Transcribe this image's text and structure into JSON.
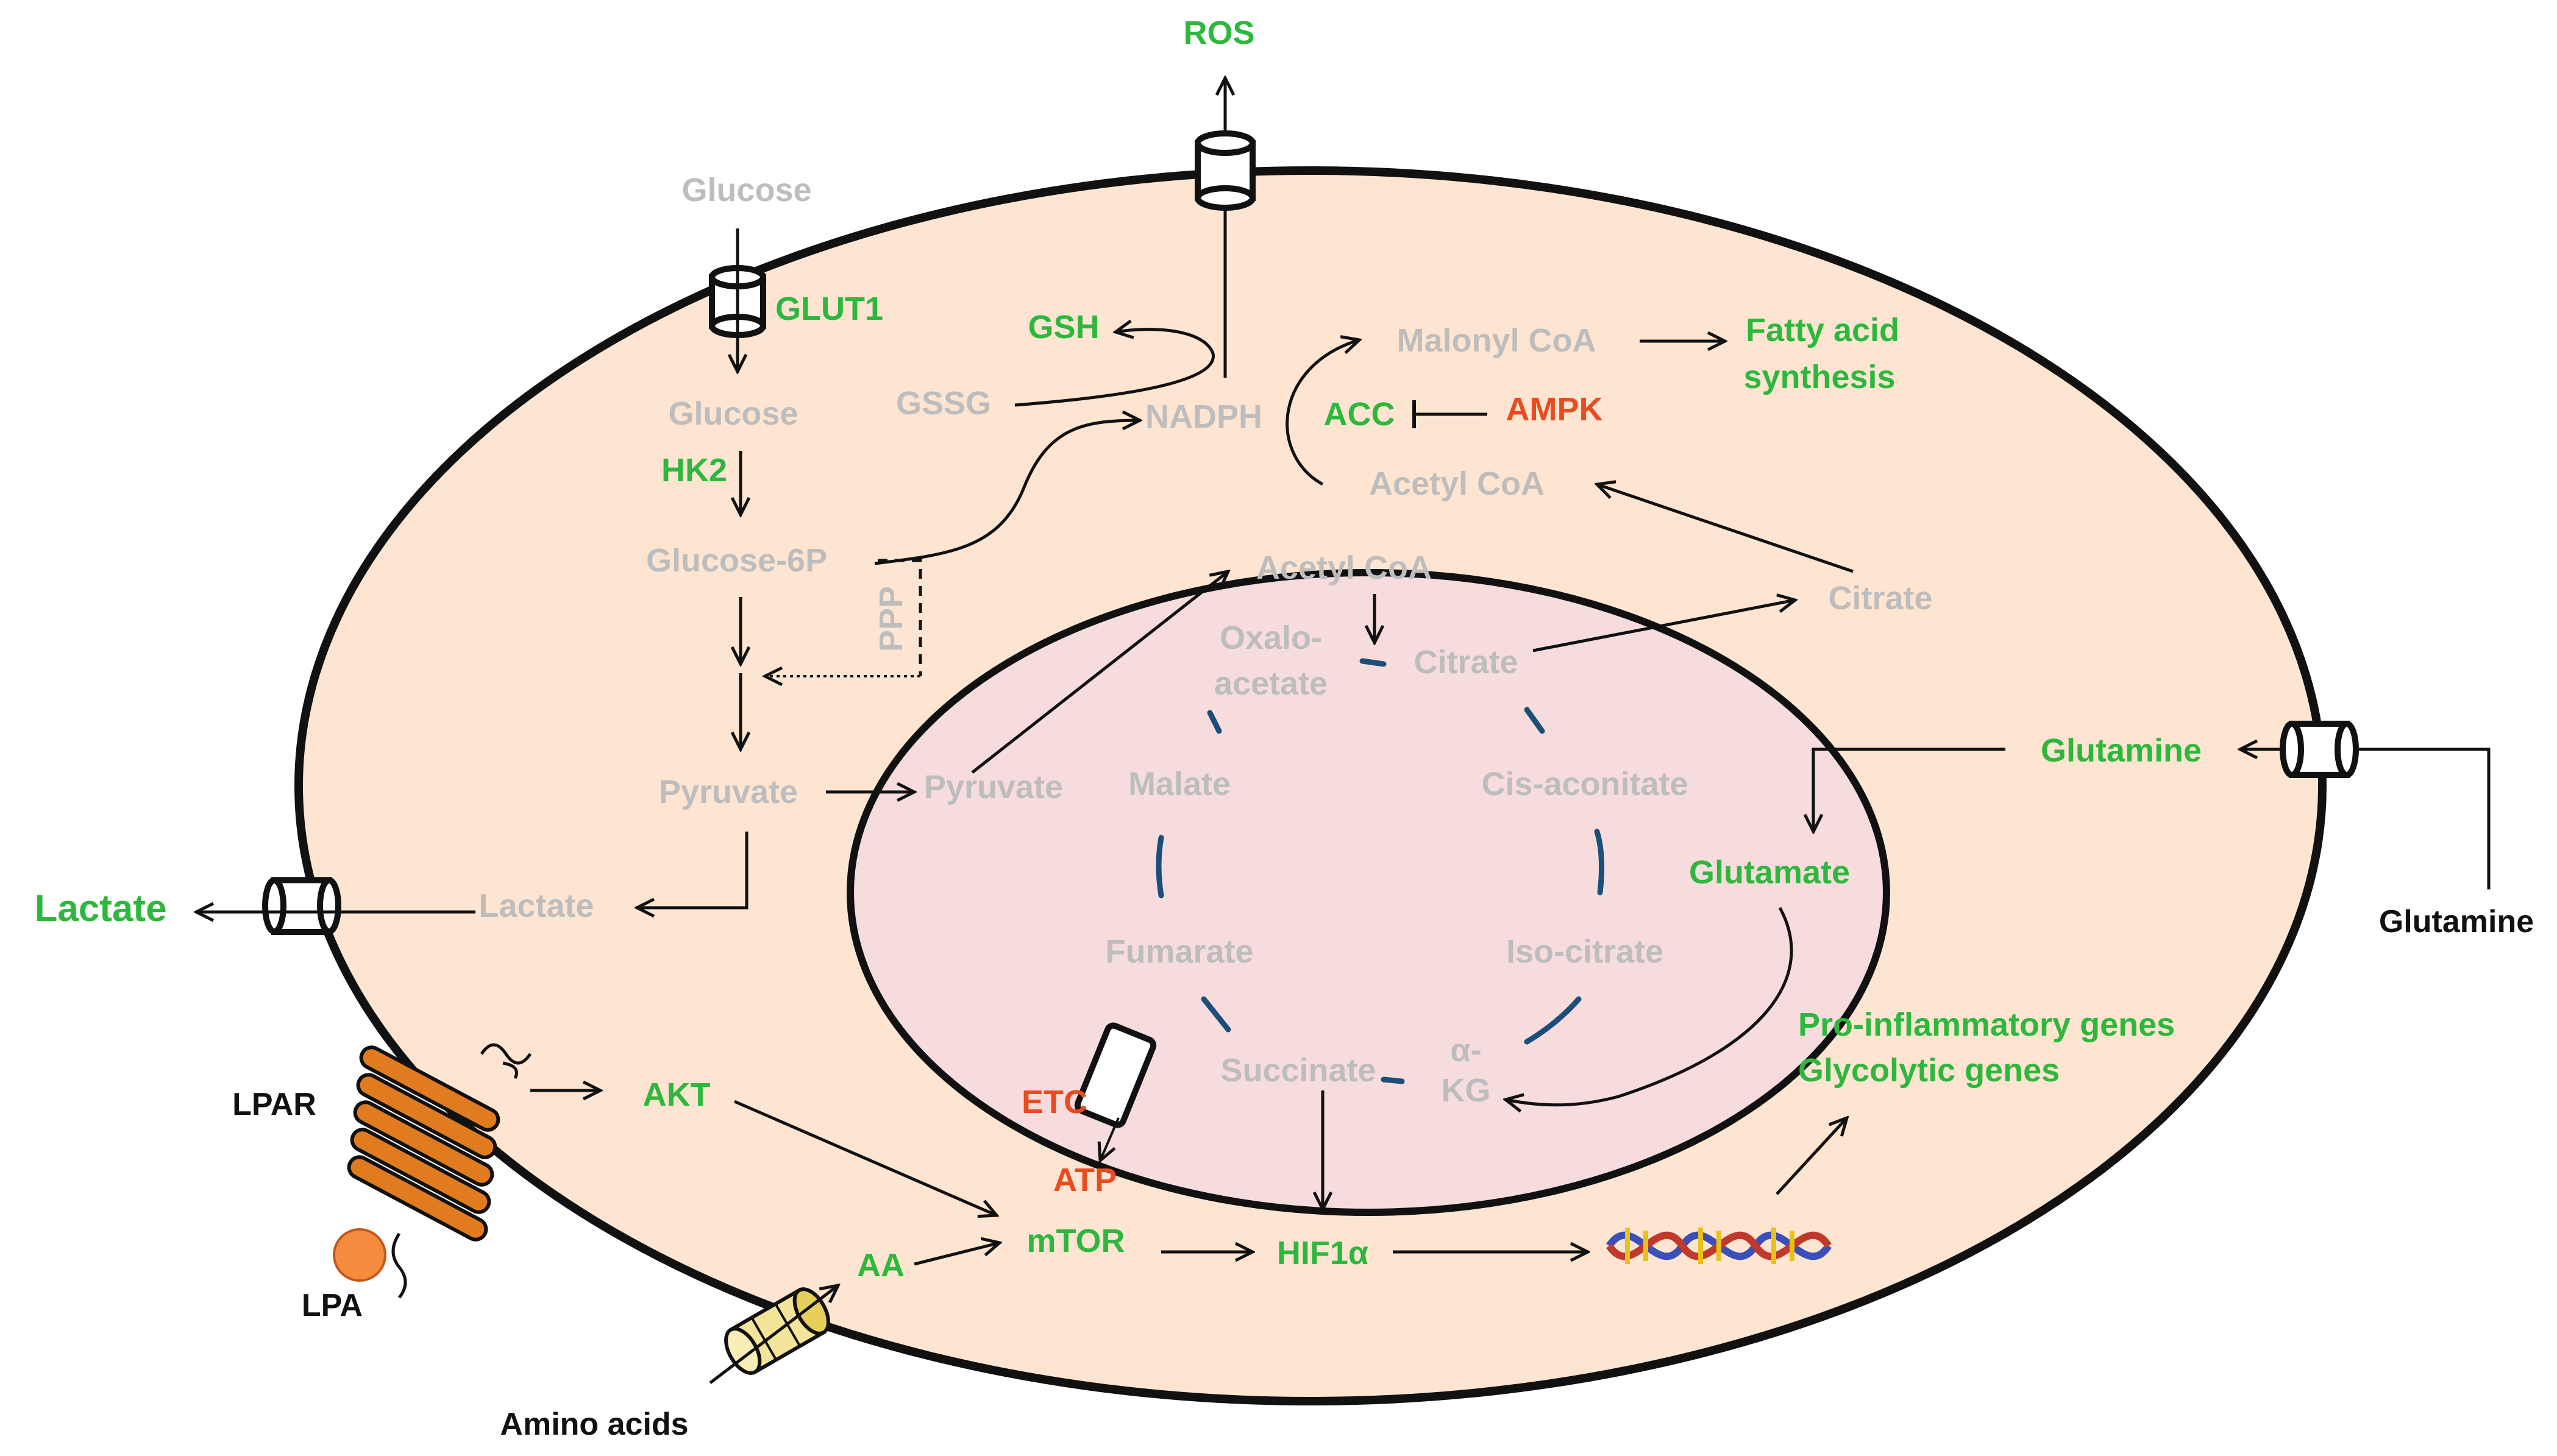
{
  "labels": {
    "ros": "ROS",
    "glucose_out": "Glucose",
    "glut1": "GLUT1",
    "glucose_in": "Glucose",
    "hk2": "HK2",
    "glucose_6p": "Glucose-6P",
    "ppp": "PPP",
    "pyruvate_cyto": "Pyruvate",
    "lactate_cyto": "Lactate",
    "lactate_out": "Lactate",
    "gsh": "GSH",
    "gssg": "GSSG",
    "nadph": "NADPH",
    "malonyl_coa": "Malonyl CoA",
    "fatty_acid_line1": "Fatty acid",
    "fatty_acid_line2": "synthesis",
    "acc": "ACC",
    "ampk": "AMPK",
    "acetyl_coa_cyto": "Acetyl CoA",
    "citrate_cyto": "Citrate",
    "acetyl_coa_mito": "Acetyl CoA",
    "oxalo_line1": "Oxalo-",
    "oxalo_line2": "acetate",
    "citrate_mito": "Citrate",
    "malate": "Malate",
    "cis_aconitate": "Cis-aconitate",
    "pyruvate_mito": "Pyruvate",
    "fumarate": "Fumarate",
    "iso_citrate": "Iso-citrate",
    "succinate": "Succinate",
    "akg_line1": "α-",
    "akg_line2": "KG",
    "etc": "ETC",
    "atp": "ATP",
    "glutamine_in": "Glutamine",
    "glutamate": "Glutamate",
    "glutamine_out": "Glutamine",
    "genes_line1": "Pro-inflammatory genes",
    "genes_line2": "Glycolytic genes",
    "lpar": "LPAR",
    "lpa": "LPA",
    "akt": "AKT",
    "mtor": "mTOR",
    "hif1a": "HIF1α",
    "aa": "AA",
    "amino_acids": "Amino acids"
  },
  "colors": {
    "cell_fill": "#fde5d2",
    "mito_fill": "#f6dcdc",
    "metabolite_gray": "#bdbdbd",
    "signal_green": "#2db83d",
    "regulator_red": "#ea4b1f",
    "receptor_orange": "#e07b1f",
    "ligand_orange": "#f58b3c",
    "cycle_blue": "#1b4f7a"
  },
  "icons": [
    "transporter-icon",
    "receptor-icon",
    "ligand-icon",
    "dna-helix-icon",
    "amino-acid-transporter-icon"
  ]
}
